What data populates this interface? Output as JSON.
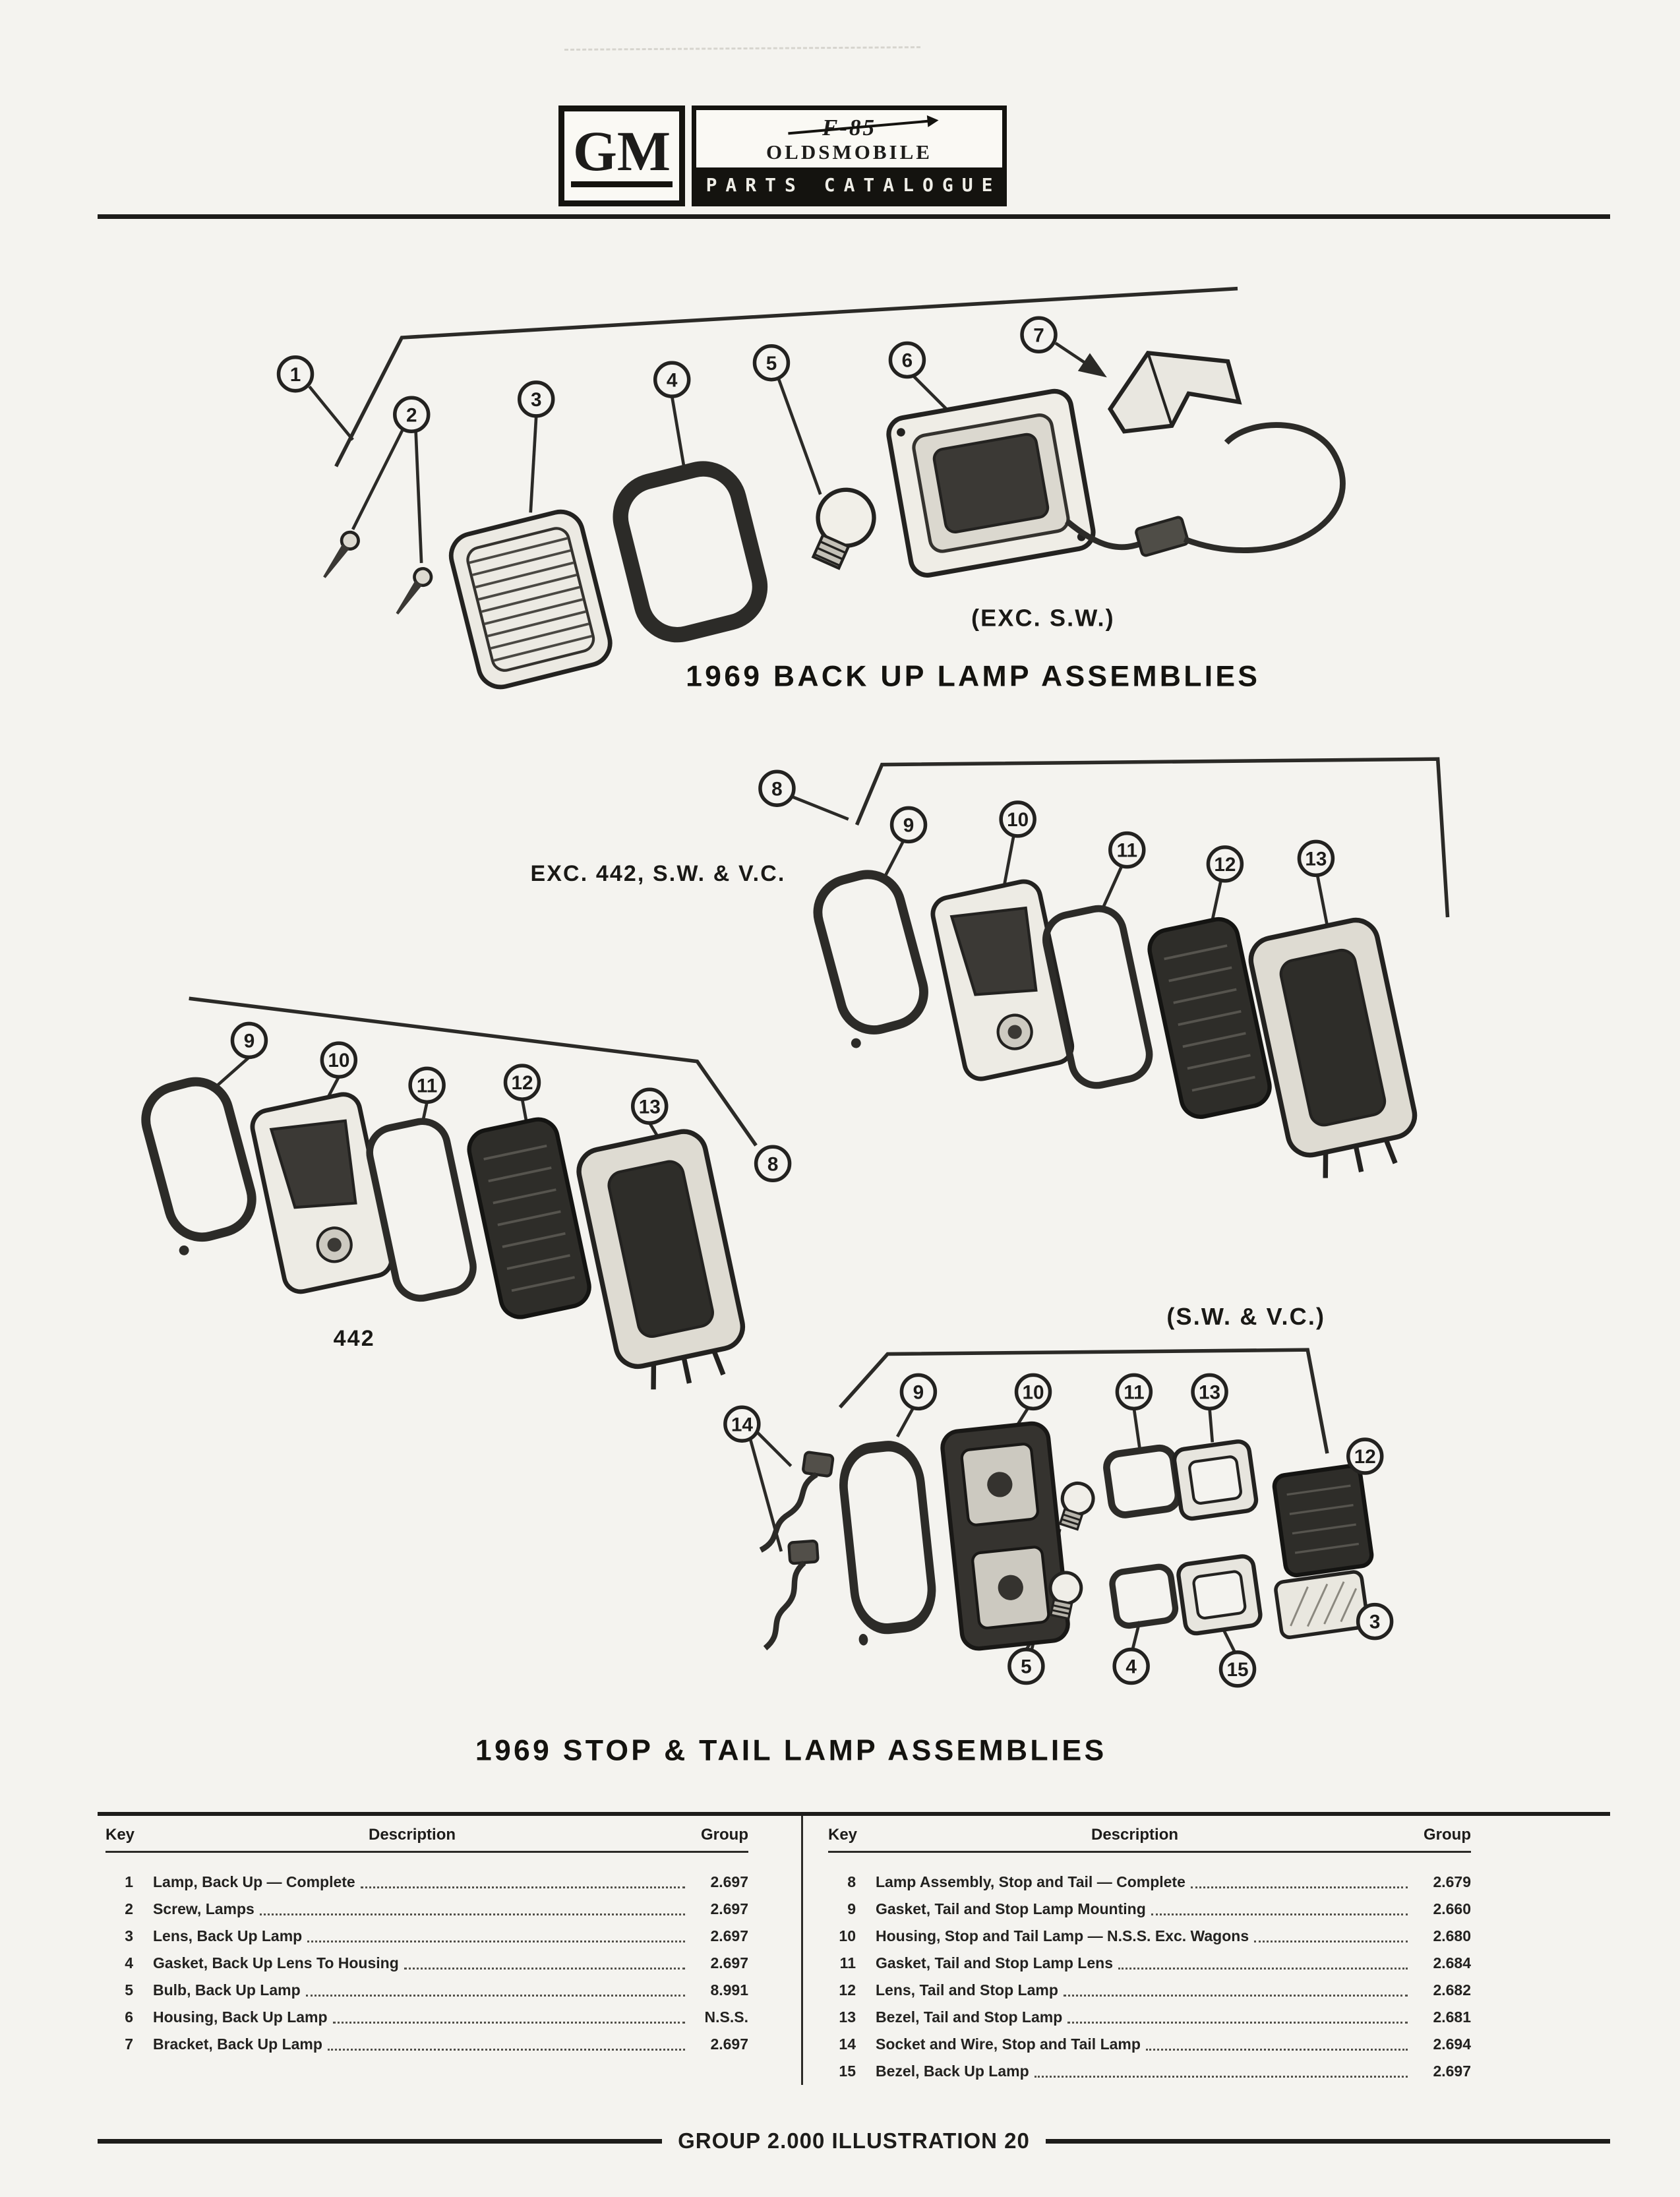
{
  "page": {
    "background": "#f4f3ef",
    "ink": "#1d1c1a"
  },
  "header": {
    "gm": "GM",
    "model": "F-85",
    "make": "OLDSMOBILE",
    "catalogue": "PARTS CATALOGUE"
  },
  "sections": {
    "backup": {
      "variant": "(EXC. S.W.)",
      "title": "1969 BACK UP LAMP ASSEMBLIES"
    },
    "stoptail": {
      "title": "1969 STOP & TAIL LAMP ASSEMBLIES",
      "variant_exc": "EXC. 442, S.W. & V.C.",
      "variant_442": "442",
      "variant_sw": "(S.W. & V.C.)"
    }
  },
  "callouts": {
    "k1": "1",
    "k2": "2",
    "k3": "3",
    "k4": "4",
    "k5": "5",
    "k6": "6",
    "k7": "7",
    "k8": "8",
    "k9": "9",
    "k10": "10",
    "k11": "11",
    "k12": "12",
    "k13": "13",
    "k14": "14",
    "k15": "15"
  },
  "parts_table": {
    "left": {
      "headers": {
        "key": "Key",
        "description": "Description",
        "group": "Group"
      },
      "rows": [
        {
          "key": "1",
          "desc": "Lamp, Back Up — Complete",
          "group": "2.697"
        },
        {
          "key": "2",
          "desc": "Screw, Lamps",
          "group": "2.697"
        },
        {
          "key": "3",
          "desc": "Lens, Back Up Lamp",
          "group": "2.697"
        },
        {
          "key": "4",
          "desc": "Gasket, Back Up Lens To Housing",
          "group": "2.697"
        },
        {
          "key": "5",
          "desc": "Bulb, Back Up Lamp",
          "group": "8.991"
        },
        {
          "key": "6",
          "desc": "Housing, Back Up Lamp",
          "group": "N.S.S."
        },
        {
          "key": "7",
          "desc": "Bracket, Back Up Lamp",
          "group": "2.697"
        }
      ]
    },
    "right": {
      "headers": {
        "key": "Key",
        "description": "Description",
        "group": "Group"
      },
      "rows": [
        {
          "key": "8",
          "desc": "Lamp Assembly, Stop and Tail — Complete",
          "group": "2.679"
        },
        {
          "key": "9",
          "desc": "Gasket, Tail and Stop Lamp Mounting",
          "group": "2.660"
        },
        {
          "key": "10",
          "desc": "Housing, Stop and Tail Lamp — N.S.S. Exc. Wagons",
          "group": "2.680"
        },
        {
          "key": "11",
          "desc": "Gasket, Tail and Stop Lamp Lens",
          "group": "2.684"
        },
        {
          "key": "12",
          "desc": "Lens, Tail and Stop Lamp",
          "group": "2.682"
        },
        {
          "key": "13",
          "desc": "Bezel, Tail and Stop Lamp",
          "group": "2.681"
        },
        {
          "key": "14",
          "desc": "Socket and Wire, Stop and Tail Lamp",
          "group": "2.694"
        },
        {
          "key": "15",
          "desc": "Bezel, Back Up Lamp",
          "group": "2.697"
        }
      ]
    }
  },
  "footer": {
    "label": "GROUP 2.000 ILLUSTRATION 20"
  }
}
